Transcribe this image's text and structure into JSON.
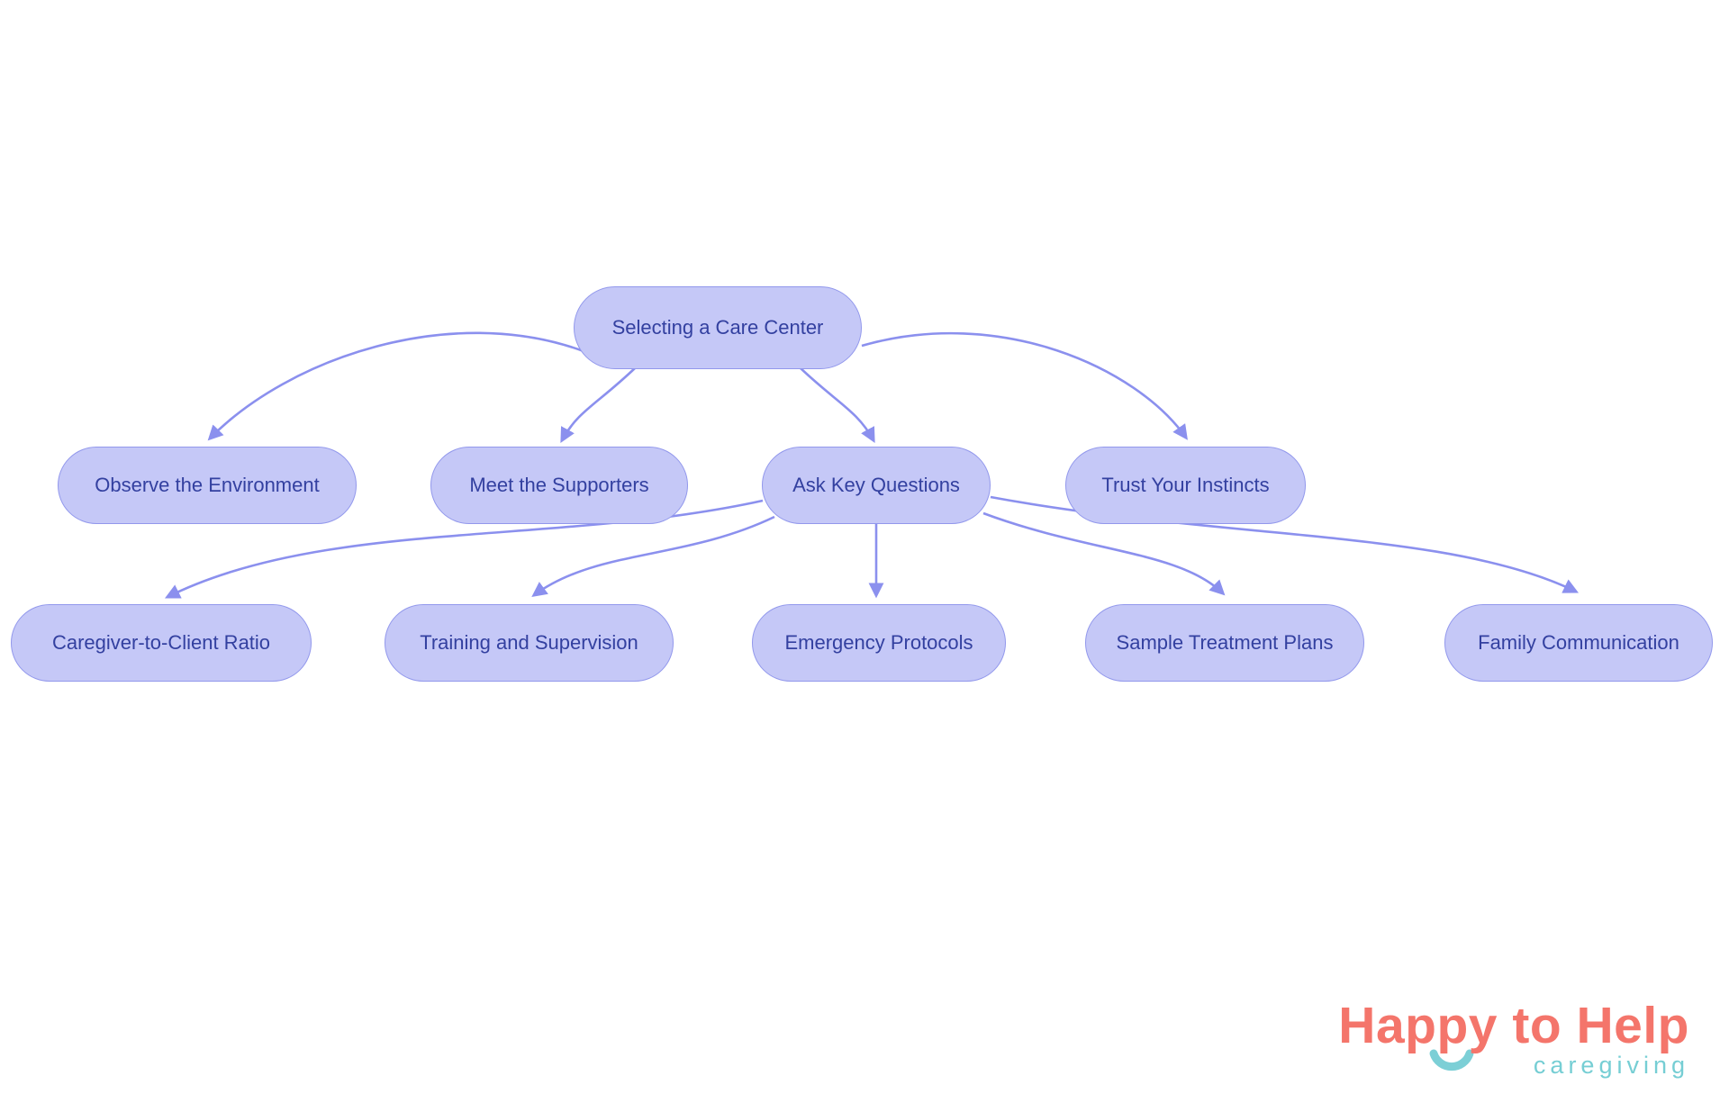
{
  "diagram": {
    "nodes": [
      {
        "id": "root",
        "label": "Selecting a Care Center"
      },
      {
        "id": "observe",
        "label": "Observe the Environment"
      },
      {
        "id": "meet",
        "label": "Meet the Supporters"
      },
      {
        "id": "ask",
        "label": "Ask Key Questions"
      },
      {
        "id": "trust",
        "label": "Trust Your Instincts"
      },
      {
        "id": "ratio",
        "label": "Caregiver-to-Client Ratio"
      },
      {
        "id": "training",
        "label": "Training and Supervision"
      },
      {
        "id": "emergency",
        "label": "Emergency Protocols"
      },
      {
        "id": "plans",
        "label": "Sample Treatment Plans"
      },
      {
        "id": "family",
        "label": "Family Communication"
      }
    ],
    "edges": [
      {
        "from": "root",
        "to": "observe"
      },
      {
        "from": "root",
        "to": "meet"
      },
      {
        "from": "root",
        "to": "ask"
      },
      {
        "from": "root",
        "to": "trust"
      },
      {
        "from": "ask",
        "to": "ratio"
      },
      {
        "from": "ask",
        "to": "training"
      },
      {
        "from": "ask",
        "to": "emergency"
      },
      {
        "from": "ask",
        "to": "plans"
      },
      {
        "from": "ask",
        "to": "family"
      }
    ],
    "colors": {
      "node_fill": "#c5c8f7",
      "node_border": "#9298ec",
      "node_text": "#3340a0",
      "arrow": "#8b90ee"
    }
  },
  "logo": {
    "title": "Happy to Help",
    "subtitle": "caregiving",
    "title_color": "#f4756b",
    "accent_color": "#76ced4",
    "icon": "smile-icon"
  }
}
